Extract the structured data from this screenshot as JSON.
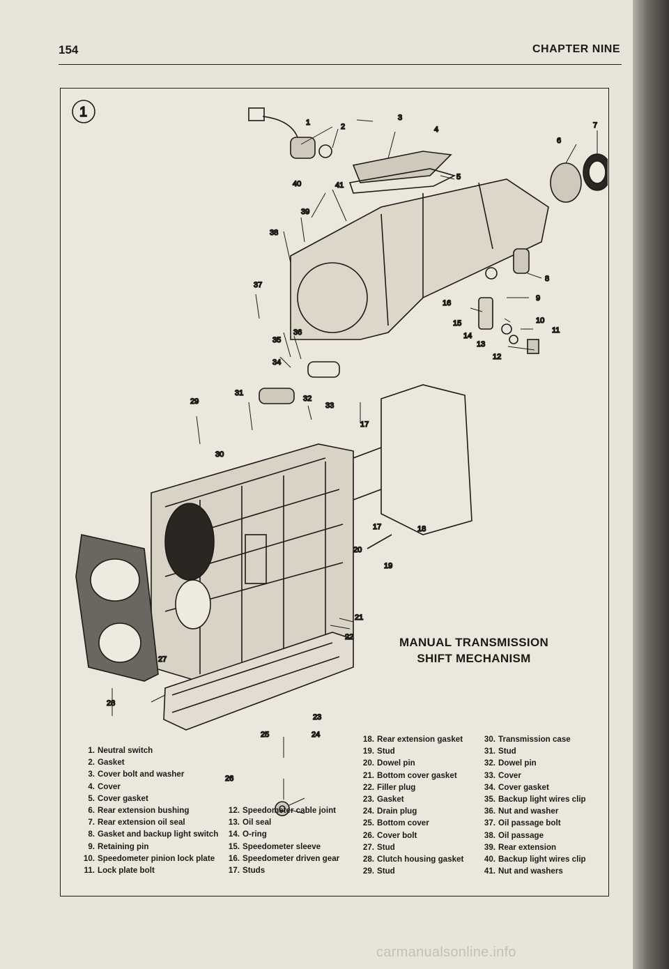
{
  "header": {
    "page_number": "154",
    "chapter": "CHAPTER NINE"
  },
  "figure": {
    "number": "1",
    "title_lines": [
      "MANUAL TRANSMISSION",
      "SHIFT MECHANISM"
    ],
    "callouts": [
      "1",
      "2",
      "3",
      "4",
      "5",
      "6",
      "7",
      "8",
      "9",
      "10",
      "11",
      "12",
      "13",
      "14",
      "15",
      "16",
      "17",
      "17",
      "18",
      "19",
      "20",
      "21",
      "22",
      "23",
      "24",
      "25",
      "26",
      "27",
      "28",
      "29",
      "30",
      "31",
      "32",
      "33",
      "34",
      "35",
      "36",
      "37",
      "38",
      "39",
      "40",
      "41"
    ]
  },
  "legend": {
    "col1": [
      {
        "num": "1.",
        "label": "Neutral switch"
      },
      {
        "num": "2.",
        "label": "Gasket"
      },
      {
        "num": "3.",
        "label": "Cover bolt and washer"
      },
      {
        "num": "4.",
        "label": "Cover"
      },
      {
        "num": "5.",
        "label": "Cover gasket"
      },
      {
        "num": "6.",
        "label": "Rear extension bushing"
      },
      {
        "num": "7.",
        "label": "Rear extension oil seal"
      },
      {
        "num": "8.",
        "label": "Gasket and backup light switch"
      },
      {
        "num": "9.",
        "label": "Retaining pin"
      },
      {
        "num": "10.",
        "label": "Speedometer pinion lock plate"
      },
      {
        "num": "11.",
        "label": "Lock plate bolt"
      }
    ],
    "col2": [
      {
        "num": "12.",
        "label": "Speedometer cable joint"
      },
      {
        "num": "13.",
        "label": "Oil seal"
      },
      {
        "num": "14.",
        "label": "O-ring"
      },
      {
        "num": "15.",
        "label": "Speedometer sleeve"
      },
      {
        "num": "16.",
        "label": "Speedometer driven gear"
      },
      {
        "num": "17.",
        "label": "Studs"
      }
    ],
    "col3": [
      {
        "num": "18.",
        "label": "Rear extension gasket"
      },
      {
        "num": "19.",
        "label": "Stud"
      },
      {
        "num": "20.",
        "label": "Dowel pin"
      },
      {
        "num": "21.",
        "label": "Bottom cover gasket"
      },
      {
        "num": "22.",
        "label": "Filler plug"
      },
      {
        "num": "23.",
        "label": "Gasket"
      },
      {
        "num": "24.",
        "label": "Drain plug"
      },
      {
        "num": "25.",
        "label": "Bottom cover"
      },
      {
        "num": "26.",
        "label": "Cover bolt"
      },
      {
        "num": "27.",
        "label": "Stud"
      },
      {
        "num": "28.",
        "label": "Clutch housing gasket"
      },
      {
        "num": "29.",
        "label": "Stud"
      }
    ],
    "col4": [
      {
        "num": "30.",
        "label": "Transmission case"
      },
      {
        "num": "31.",
        "label": "Stud"
      },
      {
        "num": "32.",
        "label": "Dowel pin"
      },
      {
        "num": "33.",
        "label": "Cover"
      },
      {
        "num": "34.",
        "label": "Cover gasket"
      },
      {
        "num": "35.",
        "label": "Backup light wires clip"
      },
      {
        "num": "36.",
        "label": "Nut and washer"
      },
      {
        "num": "37.",
        "label": "Oil passage bolt"
      },
      {
        "num": "38.",
        "label": "Oil passage"
      },
      {
        "num": "39.",
        "label": "Rear extension"
      },
      {
        "num": "40.",
        "label": "Backup light wires clip"
      },
      {
        "num": "41.",
        "label": "Nut and washers"
      }
    ]
  },
  "watermark": "carmanualsonline.info"
}
